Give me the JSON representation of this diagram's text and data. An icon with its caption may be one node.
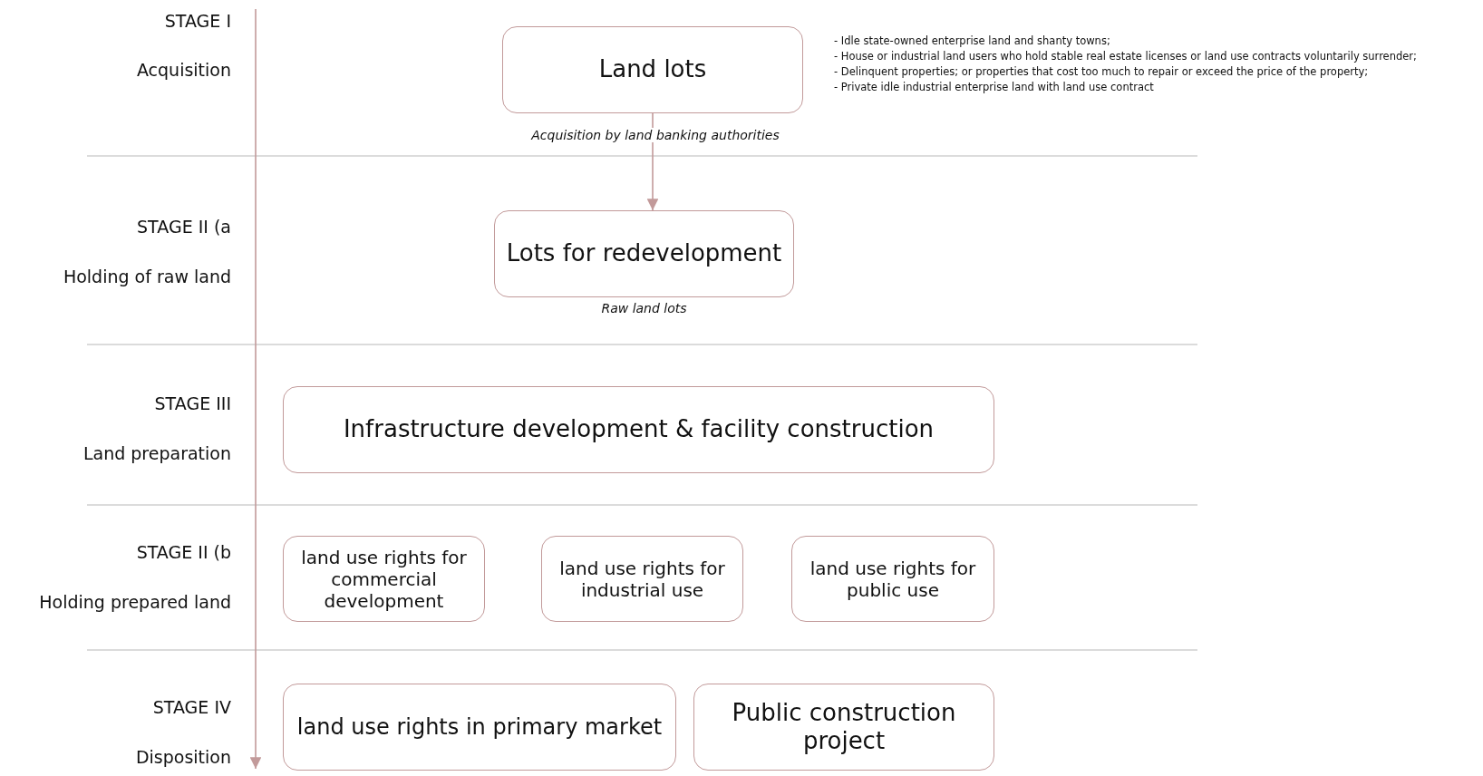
{
  "diagram": {
    "nodes": [
      {
        "text": [
          "Land lots"
        ]
      },
      {
        "text": [
          "Lots for redevelopment"
        ],
        "beside": [
          "Raw land lots"
        ]
      },
      {
        "text": [
          "Infrastructure development & facility construction"
        ]
      },
      {
        "text": [
          "land use rights for commercial development"
        ]
      },
      {
        "text": [
          "land use rights for industrial use"
        ]
      },
      {
        "text": [
          "land use rights for public use"
        ]
      },
      {
        "text": [
          "land use rights in primary market"
        ]
      },
      {
        "text": [
          "Public construction project"
        ]
      }
    ],
    "edges": [
      {
        "from": 0,
        "to": 1,
        "arrow": "to",
        "label": "Acquisition by land banking authorities"
      }
    ],
    "labels": [
      "STAGE I",
      "Acquisition",
      "- Idle state-owned enterprise land and shanty towns;",
      "- House or industrial land users who hold stable real estate licenses or land use contracts voluntarily surrender;",
      "- Delinquent properties; or properties that cost too much to repair or exceed the price of the property;",
      "- Private idle industrial enterprise land with land use contract",
      "STAGE II (a",
      "Holding of raw land",
      "STAGE III",
      "Land preparation",
      "STAGE II (b",
      "Holding prepared land",
      "STAGE IV",
      "Disposition"
    ]
  }
}
